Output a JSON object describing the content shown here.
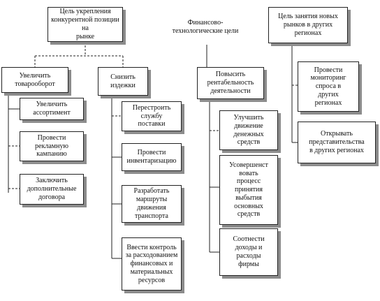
{
  "goals": [
    {
      "title": "Цель укрепления\nконкурентной позиции на\nрынке",
      "subgoals": [
        {
          "title": "Увеличить\nтоварооборот",
          "tasks": [
            "Увеличить\nассортимент",
            "Провести\nрекламную\nкампанию",
            "Заключить\nдополнительные\nдоговора"
          ]
        },
        {
          "title": "Снизить\nиздежки",
          "tasks": [
            "Перестроить\nслужбу\nпоставки",
            "Провести\nинвентаризацию",
            "Разработать\nмаршруты\nдвижения\nтранспорта",
            "Ввести контроль\nза расходованием\nфинансовых и\nматериальных\nресурсов"
          ]
        }
      ]
    },
    {
      "title": "Финансово-\nтехнологические цели",
      "subgoals": [
        {
          "title": "Повысить\nрентабельность\nдеятельности",
          "tasks": [
            "Улучшить\nдвижение\nденежных\nсредств",
            "Усовершенст\nвовать\nпроцесс\nпринятия\nвыбытия\nосновных\nсредств",
            "Соотнести\nдоходы и\nрасходы\nфирмы"
          ]
        }
      ]
    },
    {
      "title": "Цель занятия новых\nрынков в других\nрегионах",
      "tasks": [
        "Провести\nмониторинг\nспроса в\nдругих\nрегионах",
        "Открывать\nпредставительства\nв других регионах"
      ]
    }
  ]
}
